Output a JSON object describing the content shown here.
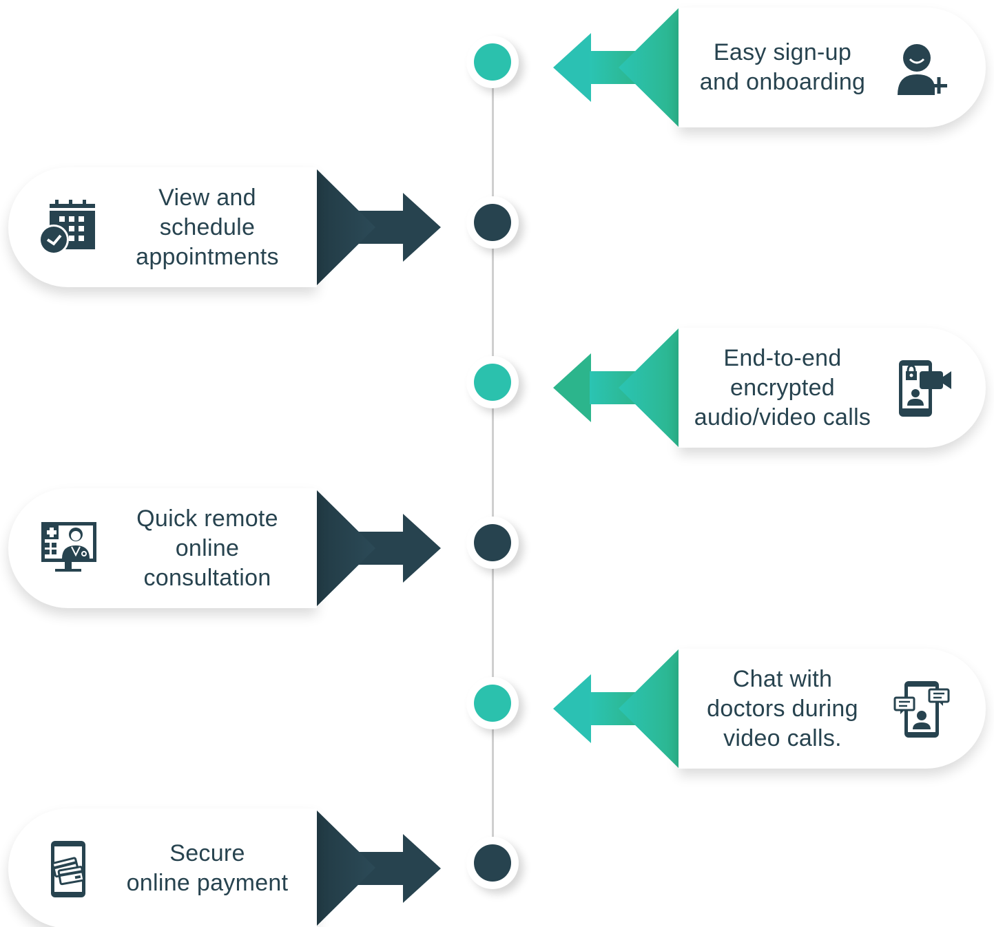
{
  "colors": {
    "teal_light": "#2bc4b3",
    "teal_dark": "#2cb58c",
    "navy": "#27434f",
    "line": "#cfcfcf"
  },
  "steps": [
    {
      "label": "Easy sign-up and onboarding",
      "lines": [
        "Easy sign-up",
        "and onboarding"
      ],
      "side": "right",
      "icon": "user-add-icon"
    },
    {
      "label": "View and schedule appointments",
      "lines": [
        "View and",
        "schedule",
        "appointments"
      ],
      "side": "left",
      "icon": "calendar-clock-icon"
    },
    {
      "label": "End-to-end encrypted audio/video calls",
      "lines": [
        "End-to-end",
        "encrypted",
        "audio/video calls"
      ],
      "side": "right",
      "icon": "secure-video-call-icon"
    },
    {
      "label": "Quick remote online consultation",
      "lines": [
        "Quick remote",
        "online",
        "consultation"
      ],
      "side": "left",
      "icon": "doctor-monitor-icon"
    },
    {
      "label": "Chat with doctors during video calls.",
      "lines": [
        "Chat with",
        "doctors during",
        "video calls."
      ],
      "side": "right",
      "icon": "phone-chat-icon"
    },
    {
      "label": "Secure online payment",
      "lines": [
        "Secure",
        "online payment"
      ],
      "side": "left",
      "icon": "phone-payment-icon"
    }
  ]
}
